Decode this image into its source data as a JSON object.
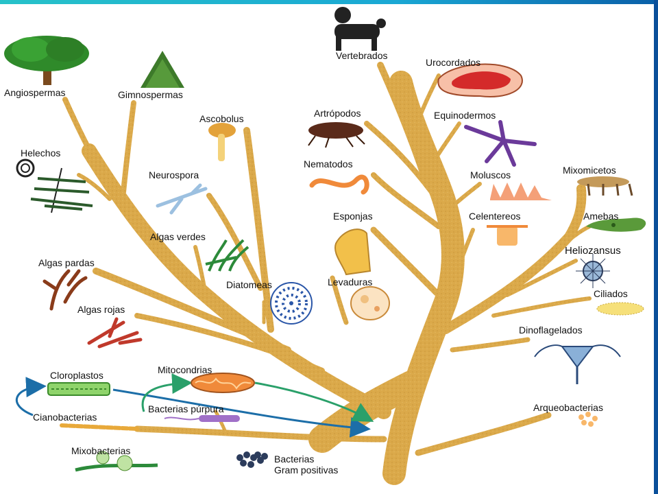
{
  "colors": {
    "trunk": "#dba94a",
    "trunk_edge": "#b8862e",
    "top_bar": "#1aa8d4",
    "right_bar": "#0a4f9a",
    "arrow_green": "#2aa06a",
    "arrow_blue": "#1c6ea8"
  },
  "labels": {
    "angiospermas": "Angiospermas",
    "gimnospermas": "Gimnospermas",
    "helechos": "Helechos",
    "ascobolus": "Ascobolus",
    "neurospora": "Neurospora",
    "algas_verdes": "Algas verdes",
    "algas_pardas": "Algas pardas",
    "diatomeas": "Diatomeas",
    "algas_rojas": "Algas rojas",
    "cloroplastos": "Cloroplastos",
    "cianobacterias": "Cianobacterias",
    "mitocondrias": "Mitocondrias",
    "bacterias_purpura": "Bacterias púrpura",
    "mixobacterias": "Mixobacterias",
    "bacterias_gram_1": "Bacterias",
    "bacterias_gram_2": "Gram positivas",
    "vertebrados": "Vertebrados",
    "urocordados": "Urocordados",
    "artropodos": "Artrópodos",
    "equinodermos": "Equinodermos",
    "nematodos": "Nematodos",
    "moluscos": "Moluscos",
    "mixomicetos": "Mixomicetos",
    "esponjas": "Esponjas",
    "celentereos": "Celentereos",
    "amebas": "Amebas",
    "heliozansus": "Heliozansus",
    "levaduras": "Levaduras",
    "ciliados": "Ciliados",
    "dinoflagelados": "Dinoflagelados",
    "arqueobacterias": "Arqueobacterias"
  }
}
